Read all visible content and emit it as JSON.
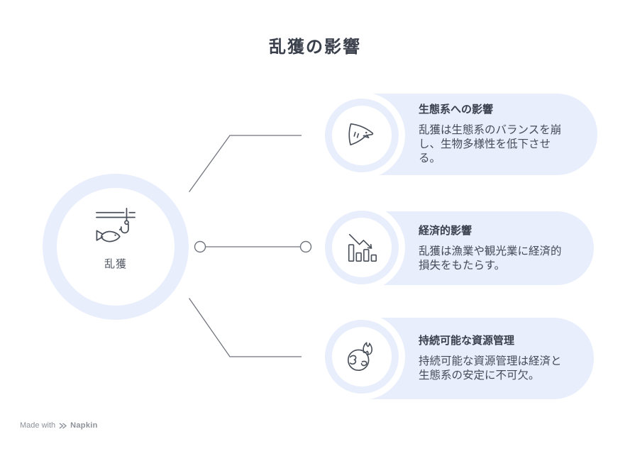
{
  "title": "乱獲の影響",
  "hub": {
    "label": "乱獲",
    "icon": "fishing-hook-and-fish-icon"
  },
  "cards": [
    {
      "icon": "shark-icon",
      "title": "生態系への影響",
      "body": "乱獲は生態系のバランスを崩し、生物多様性を低下させる。"
    },
    {
      "icon": "declining-bar-chart-icon",
      "title": "経済的影響",
      "body": "乱獲は漁業や観光業に経済的損失をもたらす。"
    },
    {
      "icon": "globe-with-flame-icon",
      "title": "持続可能な資源管理",
      "body": "持続可能な資源管理は経済と生態系の安定に不可欠。"
    }
  ],
  "footer": {
    "prefix": "Made with",
    "brand": "Napkin"
  },
  "colors": {
    "accent_fill": "#E8EEFC",
    "icon_stroke": "#4A505A",
    "connector": "#71757D",
    "title_text": "#3A404B",
    "body_text": "#454B57",
    "label_text": "#515863",
    "footer_text": "#8C9199"
  }
}
